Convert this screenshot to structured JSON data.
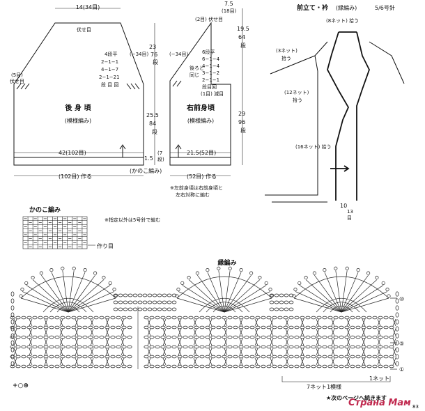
{
  "back_body": {
    "title": "後 身 頃",
    "pattern": "(模様編み)",
    "width_top": "14(34目)",
    "bind_top": "伏せ目",
    "armhole_bind": "(5目)",
    "armhole_bind2": "伏せ目",
    "dec_table": [
      "4段平",
      "2−1−1",
      "4−1−7",
      "2−1−21",
      "段 目 回"
    ],
    "dec_total": "(−34目)",
    "width_bottom": "42(102目)",
    "cast_on": "(102目) 作る"
  },
  "front_body": {
    "title": "右前身頃",
    "pattern": "(模様編み)",
    "bind_top": "(2目) 伏せ目",
    "dec_total": "(−34目)",
    "dec_table": [
      "6段平",
      "6−1−4",
      "4−1−4",
      "3−1−2",
      "2−1−1",
      "段目回",
      "(1目) 減目"
    ],
    "dec_side_note": [
      "後ろと",
      "同じ"
    ],
    "width_bottom": "21.5(52目)",
    "cast_on": "(52目) 作る",
    "note": [
      "※左前身頃は右前身頃と",
      "左右対称に編む"
    ]
  },
  "dimensions": {
    "top_right": "7.5",
    "top_right_rows": "(18目)",
    "armhole": "23",
    "armhole_rows": "76",
    "armhole_unit": "段",
    "body": "25.5",
    "body_rows": "84",
    "body_unit": "段",
    "hem": "1.5",
    "hem_rows": "(7",
    "hem_unit": "段)",
    "right_armhole": "19.5",
    "right_armhole_rows": "64",
    "right_armhole_unit": "段",
    "right_body": "29",
    "right_body_rows": "96",
    "right_body_unit": "段",
    "border_label": "(かのこ編み)"
  },
  "collar": {
    "title": "前立て・衿",
    "subtitle": "(縁編み)",
    "needle": "5/6号針",
    "labels": [
      "(8ネット) 拾う",
      "(3ネット)",
      "拾う",
      "(12ネット)",
      "拾う",
      "(16ネット) 拾う"
    ],
    "bottom_count": "10",
    "bottom_count2": "13",
    "bottom_unit": "目"
  },
  "kanoko": {
    "title": "かのこ編み",
    "note": "※指定以外は5号針で編む",
    "cast_on": "作り目"
  },
  "edging": {
    "title": "縁編み",
    "row_markers": [
      "⑩",
      "⑤",
      "①"
    ],
    "repeat_label": "7ネット1模様",
    "net_label": "1ネット"
  },
  "footer": {
    "next_page": "★次のページへ続きます",
    "page_number": "83",
    "watermark": "Страна Мам"
  }
}
